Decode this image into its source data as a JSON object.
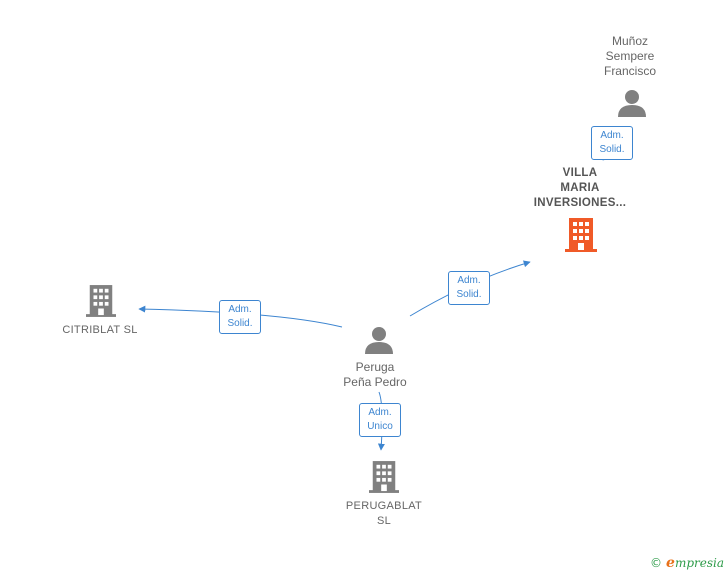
{
  "nodes": {
    "person_top": {
      "label": "Muñoz\nSempere\nFrancisco"
    },
    "company_main": {
      "label": "VILLA\nMARIA\nINVERSIONES..."
    },
    "company_left": {
      "label": "CITRIBLAT  SL"
    },
    "person_center": {
      "label": "Peruga\nPeña Pedro"
    },
    "company_bottom": {
      "label": "PERUGABLAT\nSL"
    }
  },
  "relations": [
    {
      "line1": "Adm.",
      "line2": "Solid."
    },
    {
      "line1": "Adm.",
      "line2": "Solid."
    },
    {
      "line1": "Adm.",
      "line2": "Solid."
    },
    {
      "line1": "Adm.",
      "line2": "Unico"
    }
  ],
  "colors": {
    "edge": "#3d85d0",
    "person_icon": "#808080",
    "company_icon": "#808080",
    "main_company_icon": "#f05a28"
  },
  "footer": {
    "copyright": "©",
    "brand_initial": "e",
    "brand_rest": "mpresia"
  }
}
